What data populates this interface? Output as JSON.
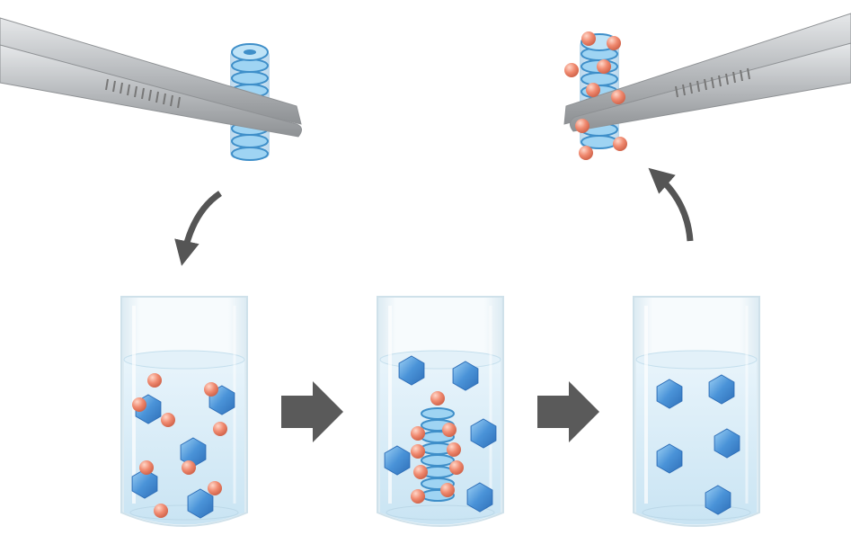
{
  "figure": {
    "steps": [
      {
        "id": "insert",
        "direction": "down"
      },
      {
        "id": "bind",
        "direction": "right"
      },
      {
        "id": "remove",
        "direction": "right"
      },
      {
        "id": "extract",
        "direction": "up"
      }
    ],
    "tubes": [
      {
        "id": "tube-1",
        "small_spheres": 9,
        "hexagons": 5,
        "has_coil": false
      },
      {
        "id": "tube-2",
        "small_spheres": 9,
        "hexagons": 5,
        "has_coil": true
      },
      {
        "id": "tube-3",
        "small_spheres": 0,
        "hexagons": 5,
        "has_coil": false
      }
    ],
    "tweezers": [
      {
        "id": "tweezers-left",
        "coil_loaded": false
      },
      {
        "id": "tweezers-right",
        "coil_loaded": true
      }
    ],
    "colors": {
      "sphere": "#f08a70",
      "hexagon": "#4a93d8",
      "coil": "#7ec0ea",
      "liquid": "#d9edf7",
      "tweezers": "#b9bcbf",
      "arrow": "#555555"
    }
  }
}
